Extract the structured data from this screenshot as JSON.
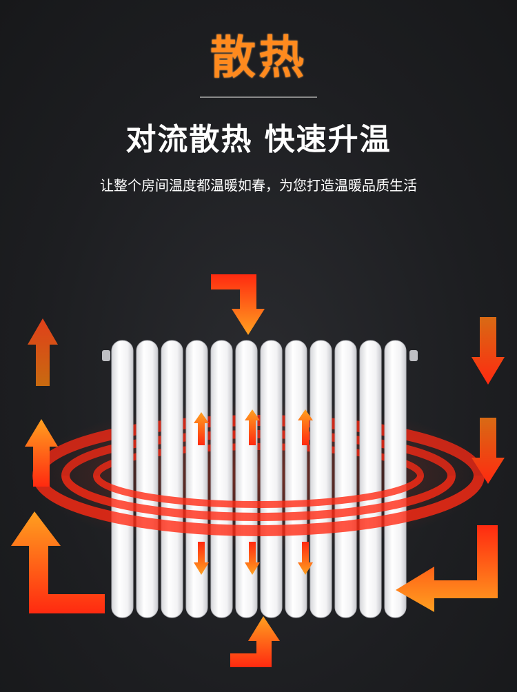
{
  "header": {
    "title": "散热",
    "subtitle": "对流散热 快速升温",
    "description": "让整个房间温度都温暖如春，为您打造温暖品质生活"
  },
  "colors": {
    "title": "#ff8a1e",
    "background": "#1d1e21",
    "radiator": "#f4f4f6",
    "arrow_hot": "#ff3b1a",
    "arrow_warm": "#ff9a1e"
  },
  "illustration": {
    "object": "white-column-radiator",
    "column_count": 12,
    "icons": [
      "up-arrow-icon",
      "down-arrow-icon",
      "curved-arrow-icon",
      "heat-wave-rings"
    ]
  }
}
